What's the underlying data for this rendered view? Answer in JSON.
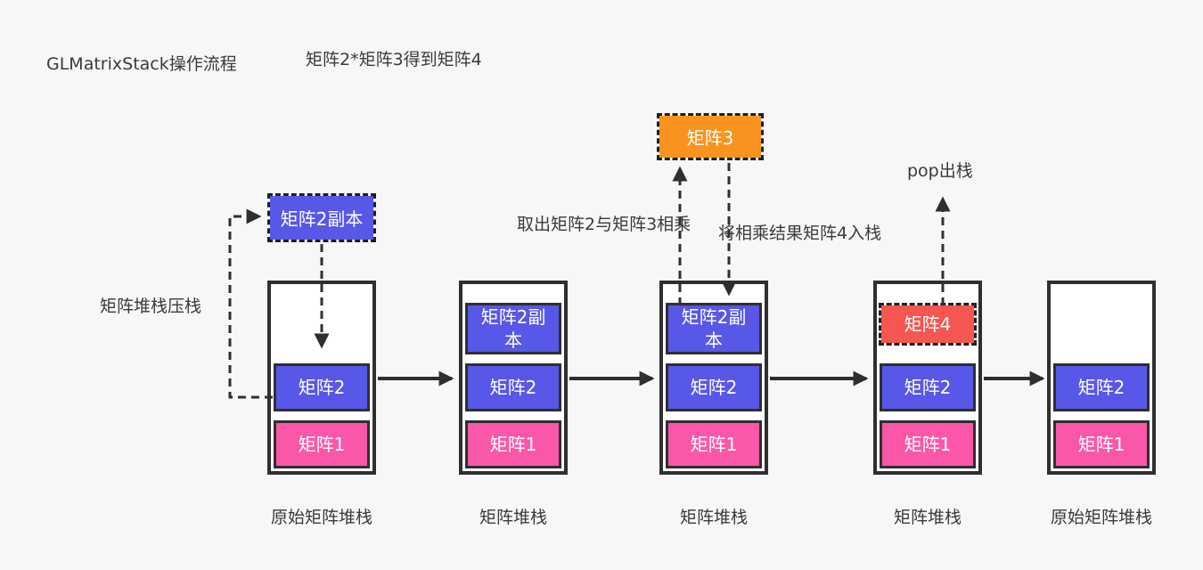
{
  "title": "GLMatrixStack操作流程",
  "subtitle": "矩阵2*矩阵3得到矩阵4",
  "annotations": {
    "push": "矩阵堆栈压栈",
    "multiply": "取出矩阵2与矩阵3相乘",
    "push_result": "将相乘结果矩阵4入栈",
    "pop": "pop出栈"
  },
  "floating": {
    "matrix2_copy": {
      "label": "矩阵2副本",
      "color": "#5757e8"
    },
    "matrix3": {
      "label": "矩阵3",
      "color": "#f7931e"
    }
  },
  "stacks": [
    {
      "caption": "原始矩阵堆栈",
      "items": [
        {
          "label": "矩阵2",
          "color": "#5757e8"
        },
        {
          "label": "矩阵1",
          "color": "#fb57a8"
        }
      ]
    },
    {
      "caption": "矩阵堆栈",
      "items": [
        {
          "label": "矩阵2副本",
          "color": "#5757e8"
        },
        {
          "label": "矩阵2",
          "color": "#5757e8"
        },
        {
          "label": "矩阵1",
          "color": "#fb57a8"
        }
      ]
    },
    {
      "caption": "矩阵堆栈",
      "items": [
        {
          "label": "矩阵2副本",
          "color": "#5757e8"
        },
        {
          "label": "矩阵2",
          "color": "#5757e8"
        },
        {
          "label": "矩阵1",
          "color": "#fb57a8"
        }
      ]
    },
    {
      "caption": "矩阵堆栈",
      "items": [
        {
          "label": "矩阵4",
          "color": "#f5564f",
          "dashed": true
        },
        {
          "label": "矩阵2",
          "color": "#5757e8"
        },
        {
          "label": "矩阵1",
          "color": "#fb57a8"
        }
      ]
    },
    {
      "caption": "原始矩阵堆栈",
      "items": [
        {
          "label": "矩阵2",
          "color": "#5757e8"
        },
        {
          "label": "矩阵1",
          "color": "#fb57a8"
        }
      ]
    }
  ],
  "colors": {
    "background": "#f7f7f9",
    "stroke": "#2f2f2f",
    "blue": "#5757e8",
    "pink": "#fb57a8",
    "orange": "#f7931e",
    "red": "#f5564f",
    "container_fill": "#ffffff",
    "label_text": "#3a3a3a"
  }
}
